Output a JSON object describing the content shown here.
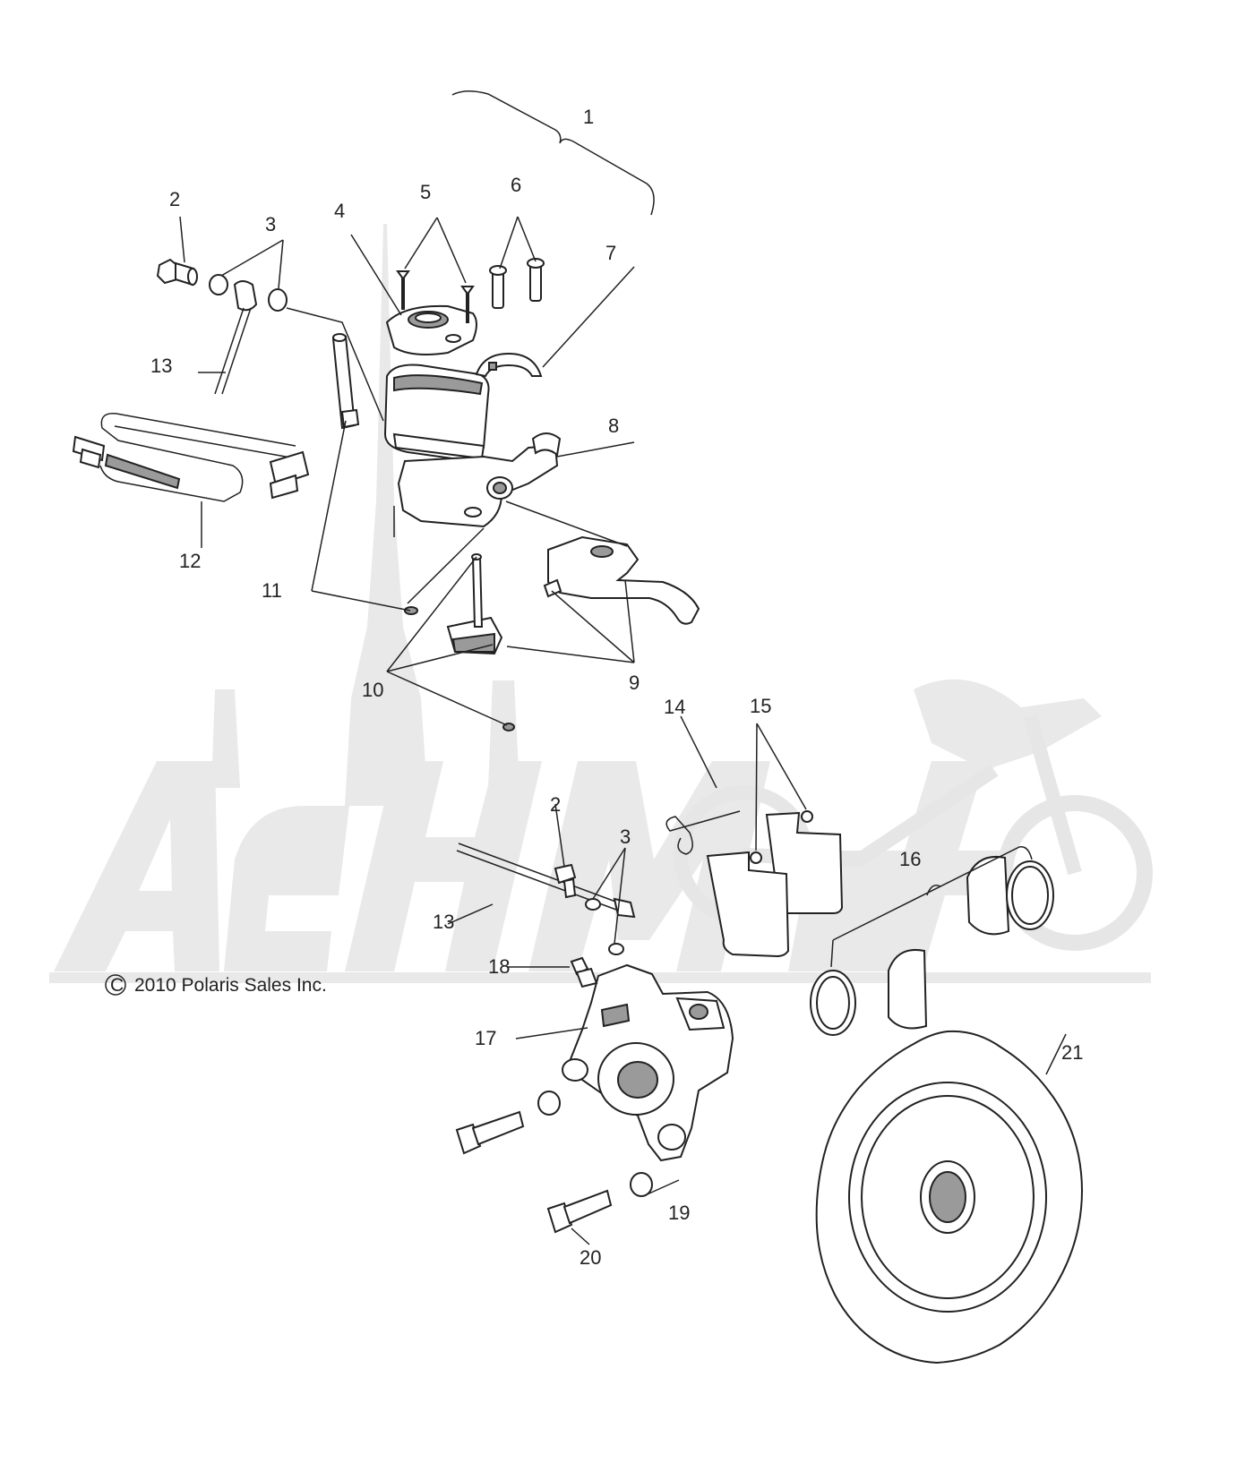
{
  "callouts": {
    "c1": "1",
    "c2a": "2",
    "c3a": "3",
    "c4": "4",
    "c5": "5",
    "c6": "6",
    "c7": "7",
    "c8": "8",
    "c9": "9",
    "c10": "10",
    "c11": "11",
    "c12": "12",
    "c13a": "13",
    "c14": "14",
    "c15": "15",
    "c16": "16",
    "c2b": "2",
    "c3b": "3",
    "c13b": "13",
    "c18": "18",
    "c17": "17",
    "c19": "19",
    "c20": "20",
    "c21": "21"
  },
  "copyright": "2010 Polaris Sales Inc.",
  "watermark": {
    "text": "AeHMoTo",
    "color": "#e9e9e9"
  },
  "colors": {
    "line": "#222222",
    "part_shade": "#9a9a9a",
    "background": "#ffffff"
  }
}
